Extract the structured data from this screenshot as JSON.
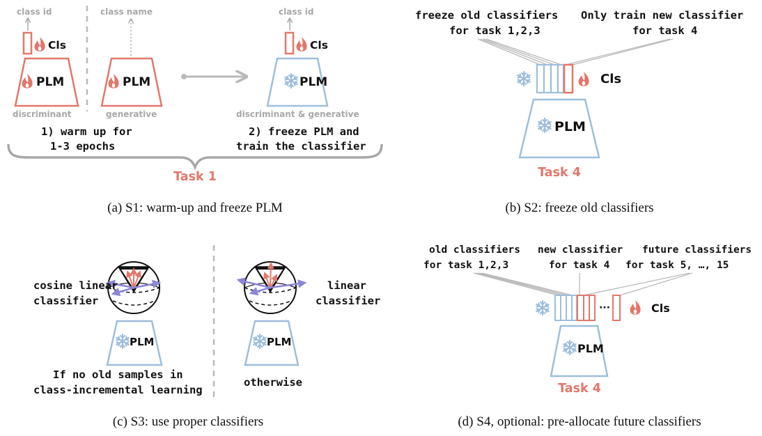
{
  "colors": {
    "red": "#e3776a",
    "blue": "#9dbedd",
    "purple": "#8b86d8",
    "gray": "#a8a8a8",
    "text": "#111111"
  },
  "icons": [
    "flame-icon",
    "snowflake-icon"
  ],
  "panel_a": {
    "class_id_left": "class id",
    "class_name": "class name",
    "class_id_right": "class id",
    "cls_left": "Cls",
    "cls_right": "Cls",
    "plm_discriminant": "PLM",
    "plm_generative": "PLM",
    "plm_frozen": "PLM",
    "label_discriminant": "discriminant",
    "label_generative": "generative",
    "label_both": "discriminant & generative",
    "step1_line1": "1) warm up for",
    "step1_line2": "1-3 epochs",
    "step2_line1": "2) freeze PLM and",
    "step2_line2": "train the classifier",
    "task": "Task 1",
    "caption": "(a) S1: warm-up and freeze PLM"
  },
  "panel_b": {
    "old_line1": "freeze old classifiers",
    "old_line2": "for task 1,2,3",
    "new_line1": "Only train new classifier",
    "new_line2": "for task 4",
    "cls": "Cls",
    "plm": "PLM",
    "task": "Task 4",
    "caption": "(b) S2: freeze old classifiers"
  },
  "panel_c": {
    "cosine_line1": "cosine linear",
    "cosine_line2": "classifier",
    "linear_line1": "linear",
    "linear_line2": "classifier",
    "plm_left": "PLM",
    "plm_right": "PLM",
    "cond_line1": "If no old samples in",
    "cond_line2": "class-incremental learning",
    "otherwise": "otherwise",
    "caption": "(c) S3: use proper classifiers"
  },
  "panel_d": {
    "old_line1": "old classifiers",
    "old_line2": "for task 1,2,3",
    "new_line1": "new classifier",
    "new_line2": "for task 4",
    "future_line1": "future classifiers",
    "future_line2": "for task 5, …, 15",
    "ellipsis": "···",
    "cls": "Cls",
    "plm": "PLM",
    "task": "Task 4",
    "caption": "(d) S4, optional: pre-allocate future classifiers"
  }
}
